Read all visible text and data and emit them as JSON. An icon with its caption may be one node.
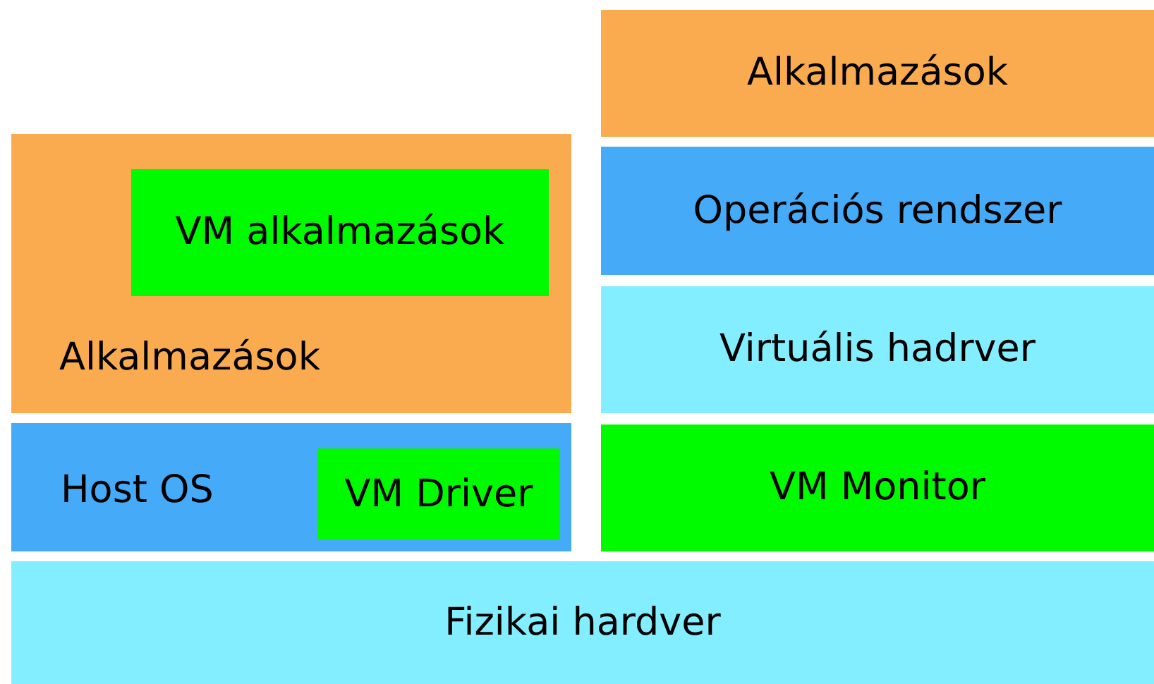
{
  "diagram": {
    "nodes": [
      {
        "text": [
          "Alkalmazások"
        ]
      },
      {
        "text": [
          "Alkalmazások"
        ]
      },
      {
        "text": [
          "VM alkalmazások"
        ],
        "in": 1
      },
      {
        "text": [
          "Operációs rendszer"
        ]
      },
      {
        "text": [
          "Virtuális hadrver"
        ]
      },
      {
        "text": [
          "Host OS"
        ]
      },
      {
        "text": [
          "VM Driver"
        ],
        "in": 5
      },
      {
        "text": [
          "VM Monitor"
        ]
      },
      {
        "text": [
          "Fizikai hardver"
        ]
      }
    ]
  }
}
